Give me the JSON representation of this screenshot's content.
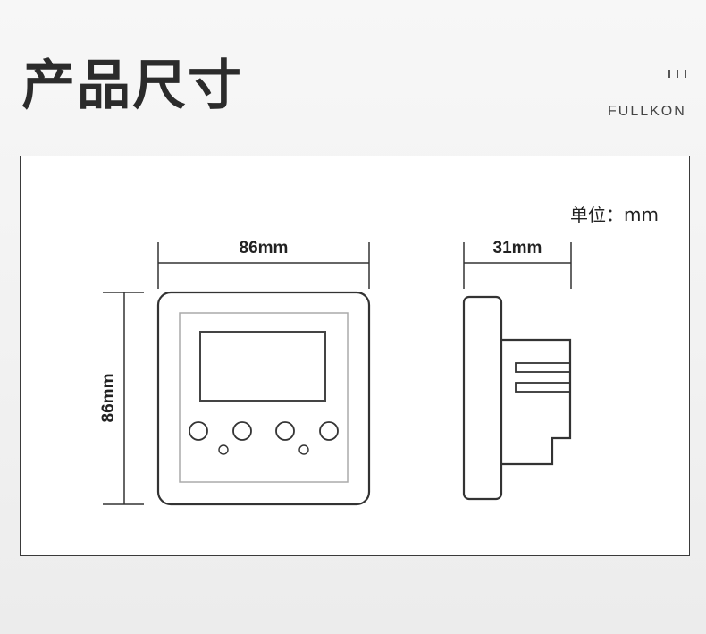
{
  "header": {
    "title": "产品尺寸",
    "brand": "FULLKON",
    "brand_mark": "bars-icon"
  },
  "diagram": {
    "unit_label": "单位：mm",
    "front_width": "86mm",
    "front_height": "86mm",
    "side_depth": "31mm"
  }
}
